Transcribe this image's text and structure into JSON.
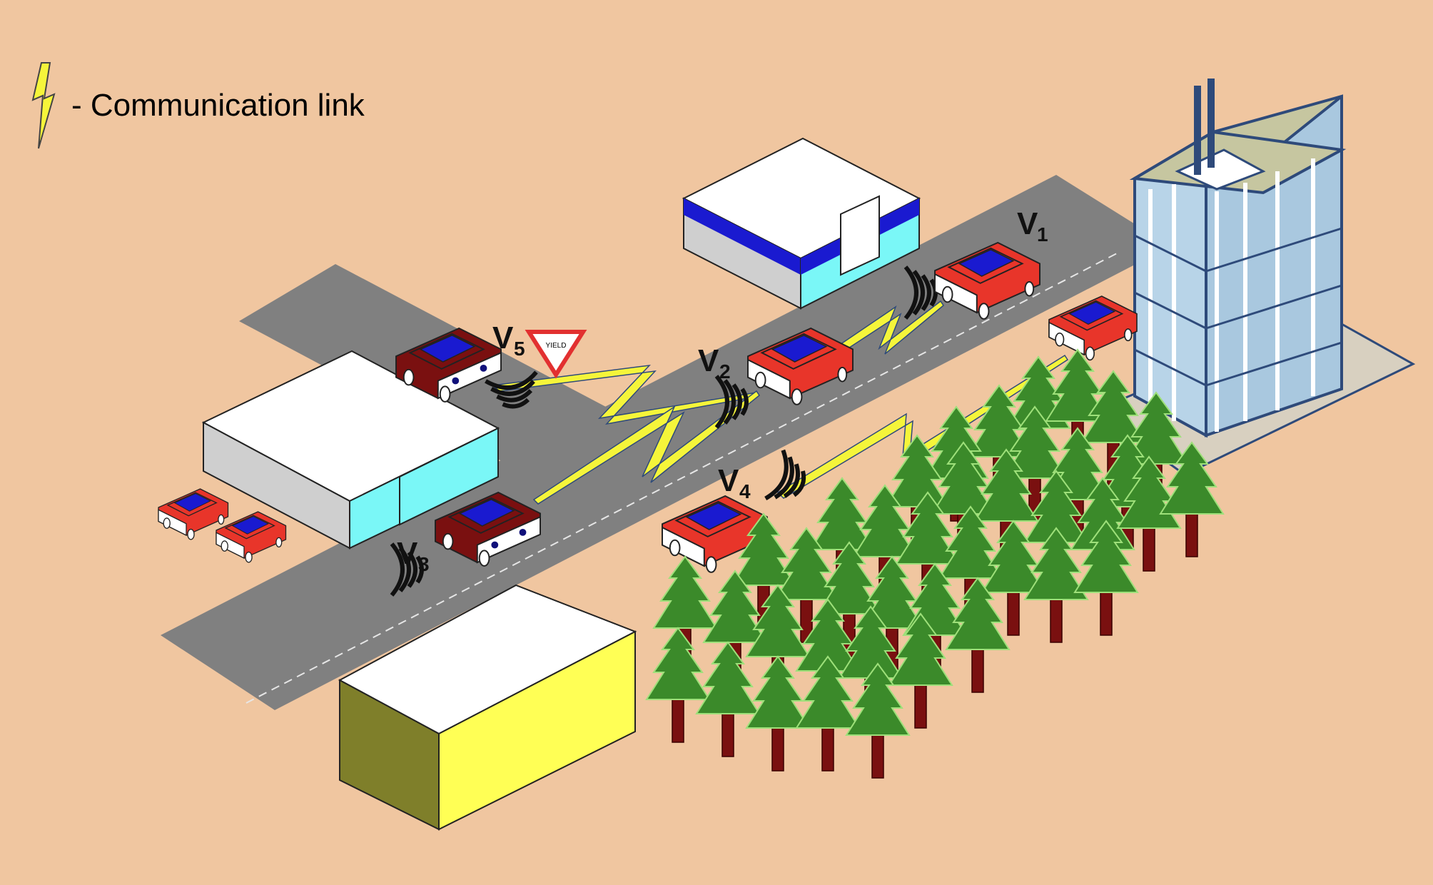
{
  "legend": {
    "text": "- Communication link",
    "icon": "lightning-bolt-icon"
  },
  "colors": {
    "background": "#f0c6a0",
    "road": "#808080",
    "lane_marking": "#e6e6e6",
    "link": "#f5f53a",
    "car_red": "#e8352a",
    "car_dark_red": "#7a1010",
    "window_blue": "#1a1ad0",
    "tree_green": "#3b8a2a",
    "tree_trunk": "#7a1010",
    "skyscraper_glass": "#a9c8df",
    "skyscraper_frame": "#2e4a7a"
  },
  "vehicles": [
    {
      "id": "V1",
      "letter": "V",
      "index": "1"
    },
    {
      "id": "V2",
      "letter": "V",
      "index": "2"
    },
    {
      "id": "V3",
      "letter": "V",
      "index": "3"
    },
    {
      "id": "V4",
      "letter": "V",
      "index": "4"
    },
    {
      "id": "V5",
      "letter": "V",
      "index": "5"
    }
  ],
  "yield_sign": {
    "text": "YIELD"
  }
}
